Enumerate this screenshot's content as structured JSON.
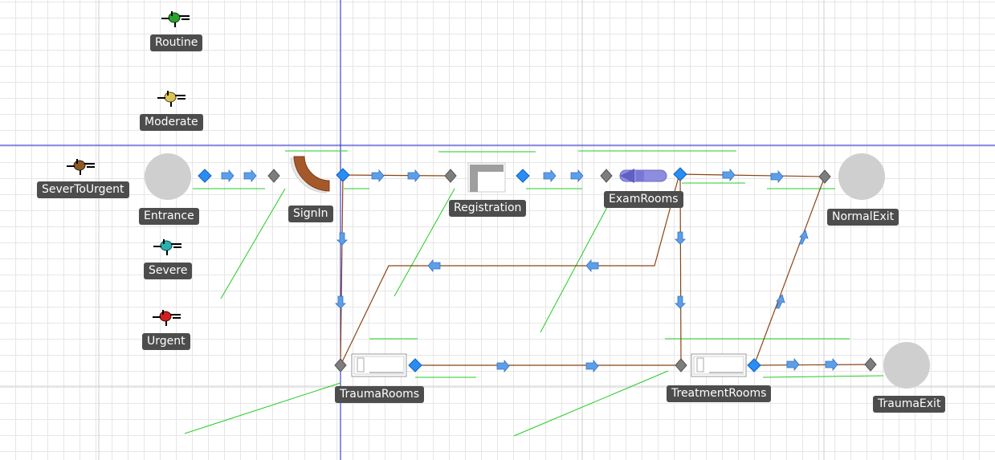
{
  "canvas": {
    "grid_color": "#e6e6e6",
    "axis_color": "#1f1fd0",
    "link_color": "#8b4513",
    "node_color": "#3a8df0"
  },
  "entities": {
    "routine": "Routine",
    "moderate": "Moderate",
    "sever_to_urgent": "SeverToUrgent",
    "severe": "Severe",
    "urgent": "Urgent"
  },
  "objects": {
    "entrance": "Entrance",
    "sign_in": "SignIn",
    "registration": "Registration",
    "exam_rooms": "ExamRooms",
    "normal_exit": "NormalExit",
    "trauma_rooms": "TraumaRooms",
    "treatment_rooms": "TreatmentRooms",
    "trauma_exit": "TraumaExit"
  }
}
